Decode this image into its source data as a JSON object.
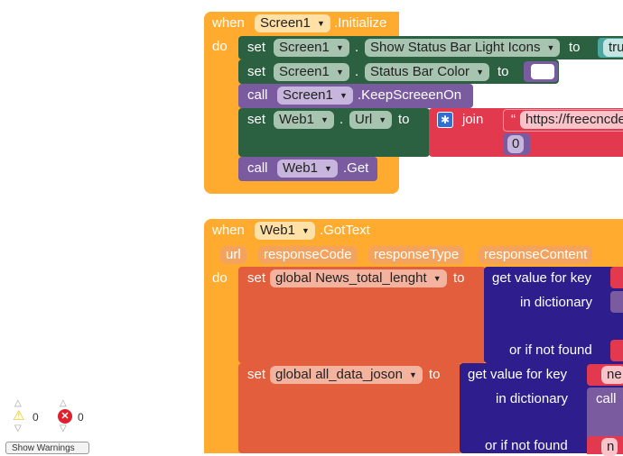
{
  "block1": {
    "when_kw": "when",
    "component": "Screen1",
    "event": ".Initialize",
    "do_kw": "do",
    "stmt1": {
      "kw": "set",
      "comp": "Screen1",
      "dot": ".",
      "prop": "Show Status Bar Light Icons",
      "to": "to",
      "value": "tru"
    },
    "stmt2": {
      "kw": "set",
      "comp": "Screen1",
      "dot": ".",
      "prop": "Status Bar Color",
      "to": "to"
    },
    "stmt3": {
      "kw": "call",
      "comp": "Screen1",
      "method": ".KeepScreeenOn"
    },
    "stmt4": {
      "kw": "set",
      "comp": "Web1",
      "dot": ".",
      "prop": "Url",
      "to": "to",
      "join": "join",
      "quote": "“",
      "str": "https://freecncde",
      "num": "0"
    },
    "stmt5": {
      "kw": "call",
      "comp": "Web1",
      "method": ".Get"
    }
  },
  "block2": {
    "when_kw": "when",
    "component": "Web1",
    "event": ".GotText",
    "params": [
      "url",
      "responseCode",
      "responseType",
      "responseContent"
    ],
    "do_kw": "do",
    "stmt1": {
      "kw": "set",
      "var": "global News_total_lenght",
      "to": "to",
      "get": "get value for key",
      "indict": "in dictionary",
      "ifnot": "or if not found"
    },
    "stmt2": {
      "kw": "set",
      "var": "global all_data_joson",
      "to": "to",
      "get": "get value for key",
      "indict": "in dictionary",
      "ifnot": "or if not found",
      "call": "call",
      "key_str": "ne",
      "nf_str": "n"
    }
  },
  "warnings": {
    "warning_count": "0",
    "error_count": "0",
    "toggle_label": "Show Warnings"
  },
  "colors": {
    "event": "#ffab30",
    "set": "#2b6140",
    "call": "#7a5ba0",
    "dict": "#2d1d8d",
    "text": "#e2394f",
    "logic": "#4aa8a0",
    "variable": "#e35e3c"
  }
}
